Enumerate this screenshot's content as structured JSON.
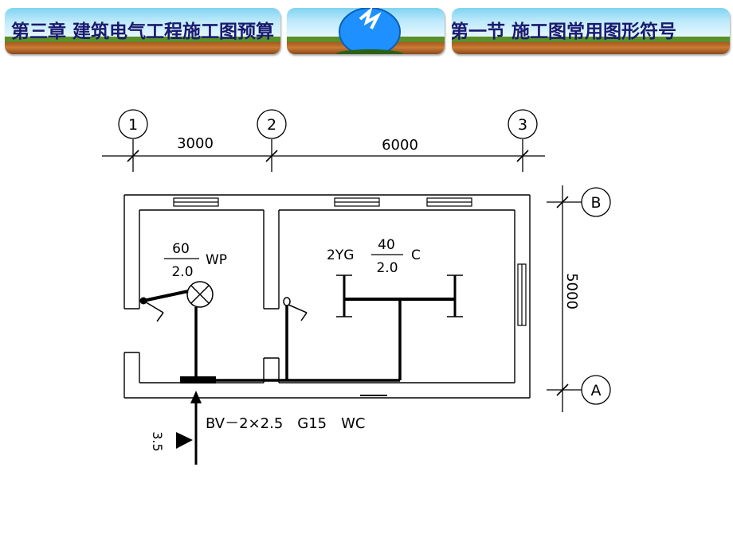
{
  "header": {
    "chapter_title": "第三章 建筑电气工程施工图预算",
    "section_title": "第一节 施工图常用图形符号"
  },
  "diagram": {
    "axes": {
      "axis_1": "1",
      "axis_2": "2",
      "axis_3": "3",
      "axis_a": "A",
      "axis_b": "B"
    },
    "dimensions": {
      "span_1_2": "3000",
      "span_2_3": "6000",
      "depth_a_b": "5000"
    },
    "lamp_left": {
      "numerator": "60",
      "denominator": "2.0",
      "suffix": "WP"
    },
    "lamp_right": {
      "prefix": "2YG",
      "numerator": "40",
      "denominator": "2.0",
      "suffix": "C"
    },
    "feeder": {
      "label": "BV－2×2.5　G15　WC",
      "height": "3.5"
    }
  }
}
